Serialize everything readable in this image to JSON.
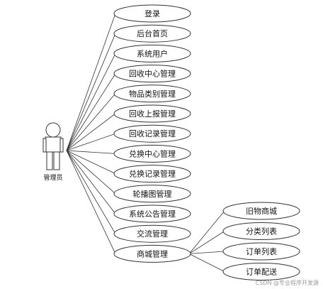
{
  "actor": {
    "label": "管理员"
  },
  "use_cases": [
    "登录",
    "后台首页",
    "系统用户",
    "回收中心管理",
    "物品类别管理",
    "回收上报管理",
    "回收记录管理",
    "兑换中心管理",
    "兑换记录管理",
    "轮播图管理",
    "系统公告管理",
    "交流管理",
    "商城管理"
  ],
  "sub_use_cases": [
    "旧物商城",
    "分类列表",
    "订单列表",
    "订单配送"
  ],
  "watermark": "CSDN @专业程序开发源"
}
